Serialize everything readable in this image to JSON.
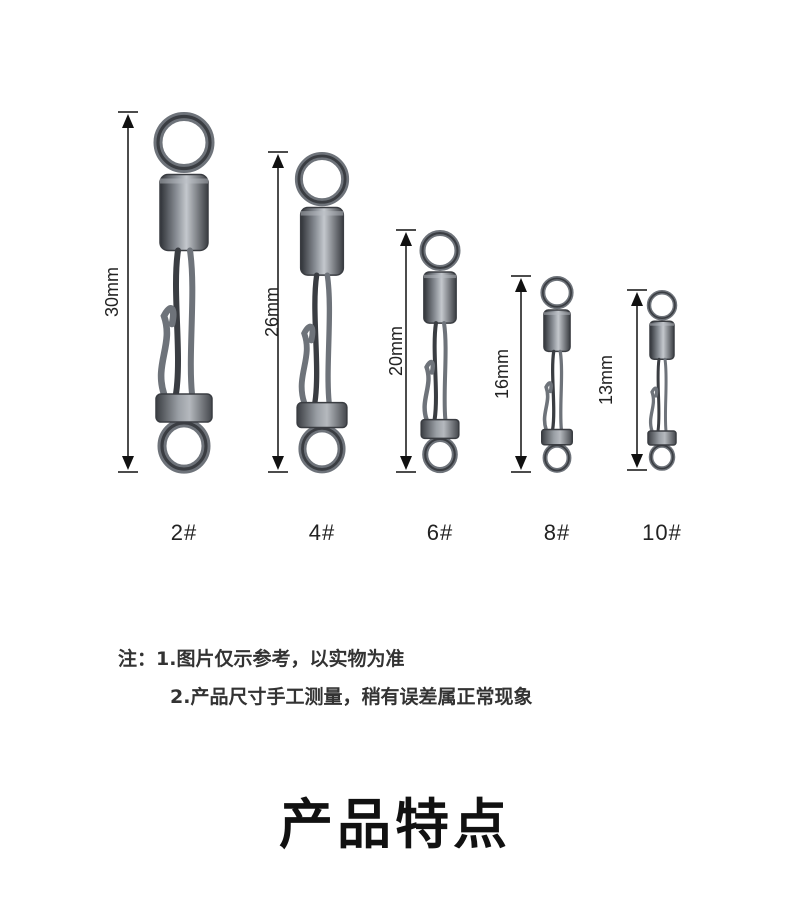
{
  "swivels": [
    {
      "size_label": "2#",
      "length_label": "30mm",
      "length_mm": 30
    },
    {
      "size_label": "4#",
      "length_label": "26mm",
      "length_mm": 26
    },
    {
      "size_label": "6#",
      "length_label": "20mm",
      "length_mm": 20
    },
    {
      "size_label": "8#",
      "length_label": "16mm",
      "length_mm": 16
    },
    {
      "size_label": "10#",
      "length_label": "13mm",
      "length_mm": 13
    }
  ],
  "notes": {
    "line1": "注：1.图片仅示参考，以实物为准",
    "line2": "2.产品尺寸手工测量，稍有误差属正常现象"
  },
  "features_title": "产品特点",
  "colors": {
    "metal_dark": "#3a3d42",
    "metal_mid": "#6e737a",
    "metal_light": "#b9bec4",
    "dimension_line": "#111111"
  }
}
